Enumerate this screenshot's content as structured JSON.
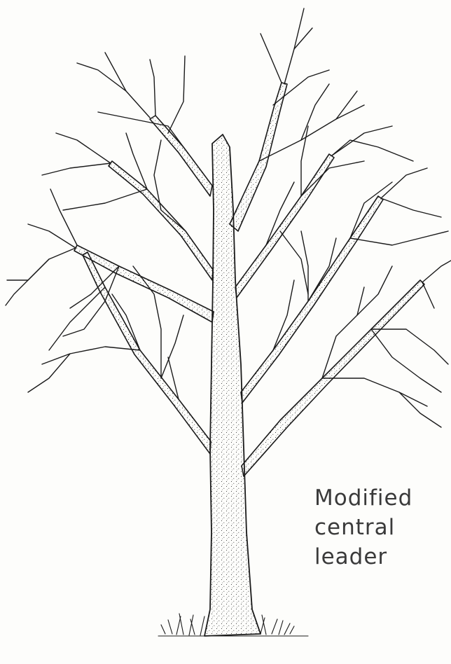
{
  "figure": {
    "illustration": "bare-deciduous-tree-icon",
    "caption_lines": [
      "Modified",
      "central",
      "leader"
    ]
  },
  "colors": {
    "ink": "#1a1a1a",
    "caption": "#3a3a3a",
    "background": "#fdfdfb"
  }
}
